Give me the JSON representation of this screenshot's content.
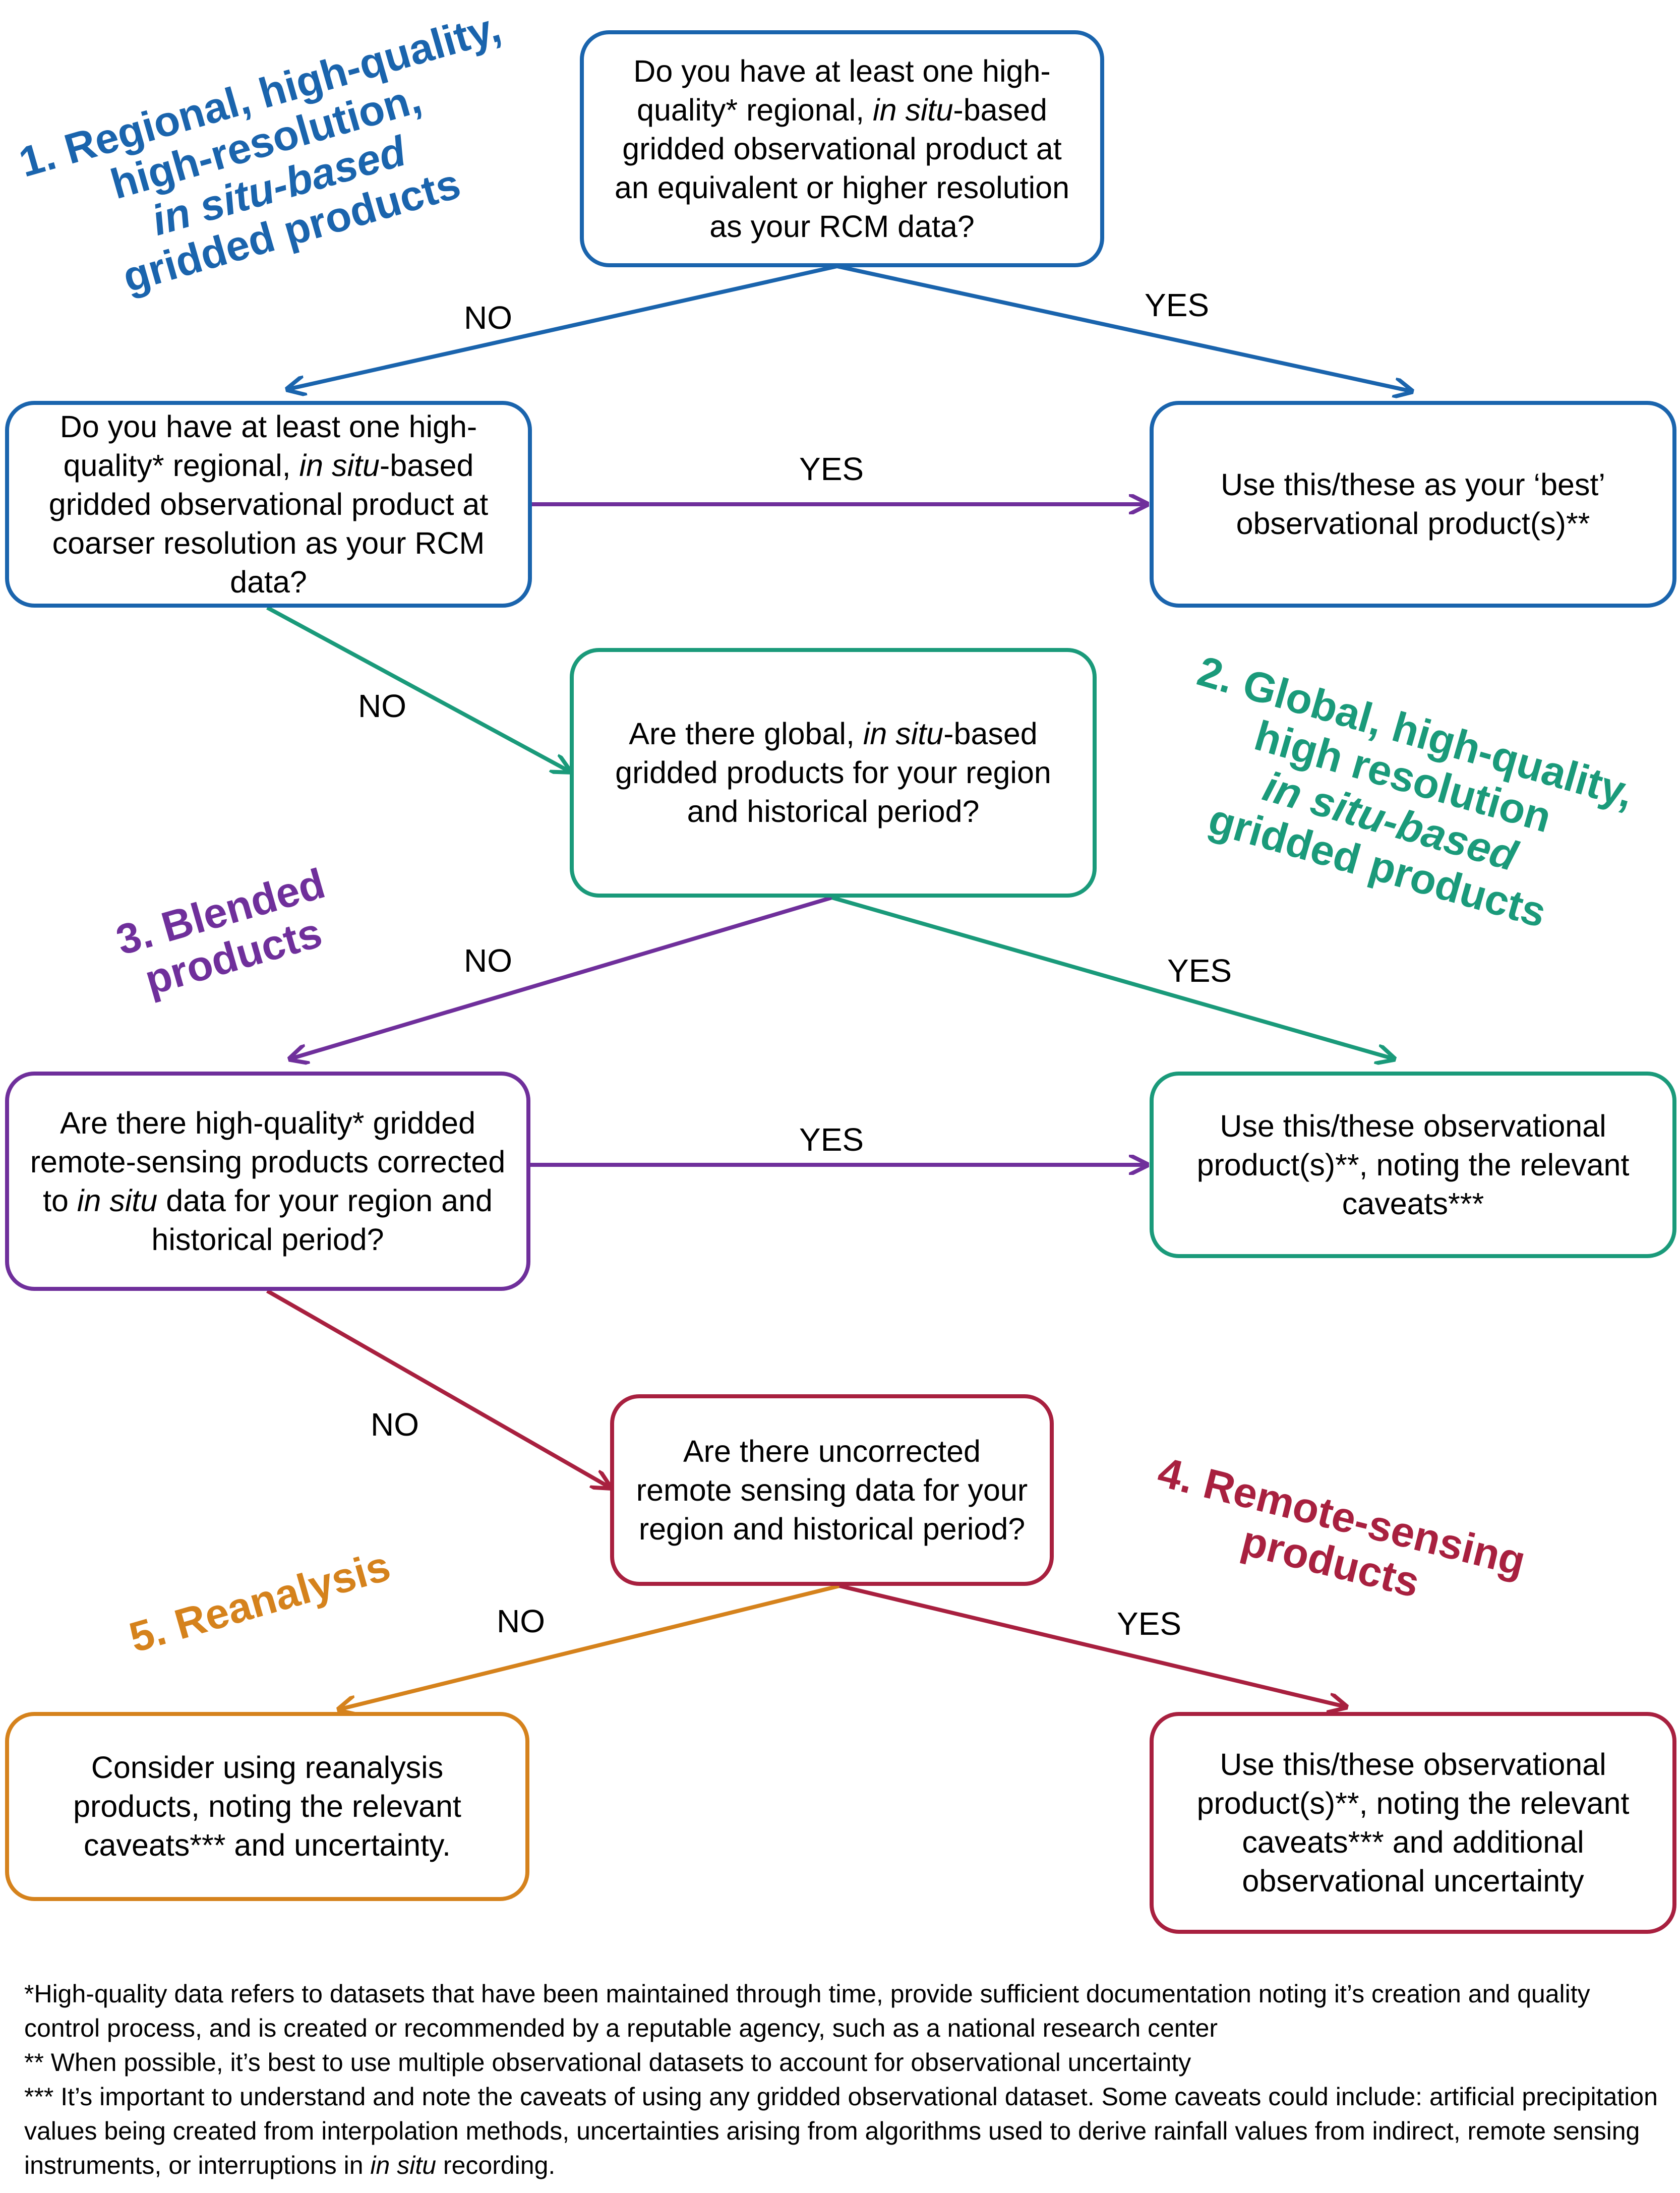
{
  "colors": {
    "blue": "#1a64ad",
    "green": "#1a9a7a",
    "purple": "#6f2f9b",
    "red": "#a8203f",
    "orange": "#d5821c"
  },
  "sections": {
    "s1": {
      "lines": [
        "1. Regional, high-quality,",
        "high-resolution,",
        "in situ-based",
        "gridded products"
      ]
    },
    "s2": {
      "lines": [
        "2. Global, high-quality,",
        "high resolution",
        "in situ-based",
        "gridded products"
      ]
    },
    "s3": {
      "lines": [
        "3. Blended",
        "products"
      ]
    },
    "s4": {
      "lines": [
        "4. Remote-sensing",
        "products"
      ]
    },
    "s5": {
      "text": "5. Reanalysis"
    }
  },
  "boxes": {
    "q1": {
      "a": "Do you have at least one high-quality* regional, ",
      "em": "in situ",
      "b": "-based gridded observational product at an equivalent or higher resolution as your RCM data?"
    },
    "q2": {
      "a": "Do you have at least one high-quality* regional, ",
      "em": "in situ",
      "b": "-based gridded observational product at coarser resolution as your RCM data?"
    },
    "r1": {
      "text": "Use this/these as your ‘best’ observational product(s)**"
    },
    "q3": {
      "a": "Are there global, ",
      "em": "in situ",
      "b": "-based gridded products for your region and historical period?"
    },
    "q4": {
      "a": "Are there high-quality* gridded remote-sensing products corrected to ",
      "em": "in situ",
      "b": " data for your region and historical period?"
    },
    "r2": {
      "text": "Use this/these observational product(s)**, noting the relevant caveats***"
    },
    "q5": {
      "text": "Are there uncorrected remote sensing data for your region and historical period?"
    },
    "r5": {
      "text": "Consider using reanalysis products, noting the relevant caveats*** and uncertainty."
    },
    "r4": {
      "text": "Use this/these observational product(s)**, noting the relevant caveats*** and additional observational uncertainty"
    }
  },
  "labels": {
    "no": "NO",
    "yes": "YES"
  },
  "footnotes": {
    "f1": "*High-quality data refers to datasets that have been maintained through time, provide sufficient documentation noting it’s creation and quality control process, and is created or recommended by a reputable agency, such as a national research center",
    "f2": "** When possible, it’s best to use multiple observational datasets to account for observational uncertainty",
    "f3a": "*** It’s important to understand and note the caveats of using any gridded observational dataset. Some caveats could include: artificial precipitation values being created from interpolation methods, uncertainties arising from algorithms used to derive rainfall values from indirect, remote sensing instruments, or interruptions in ",
    "f3em": "in situ",
    "f3b": " recording."
  }
}
